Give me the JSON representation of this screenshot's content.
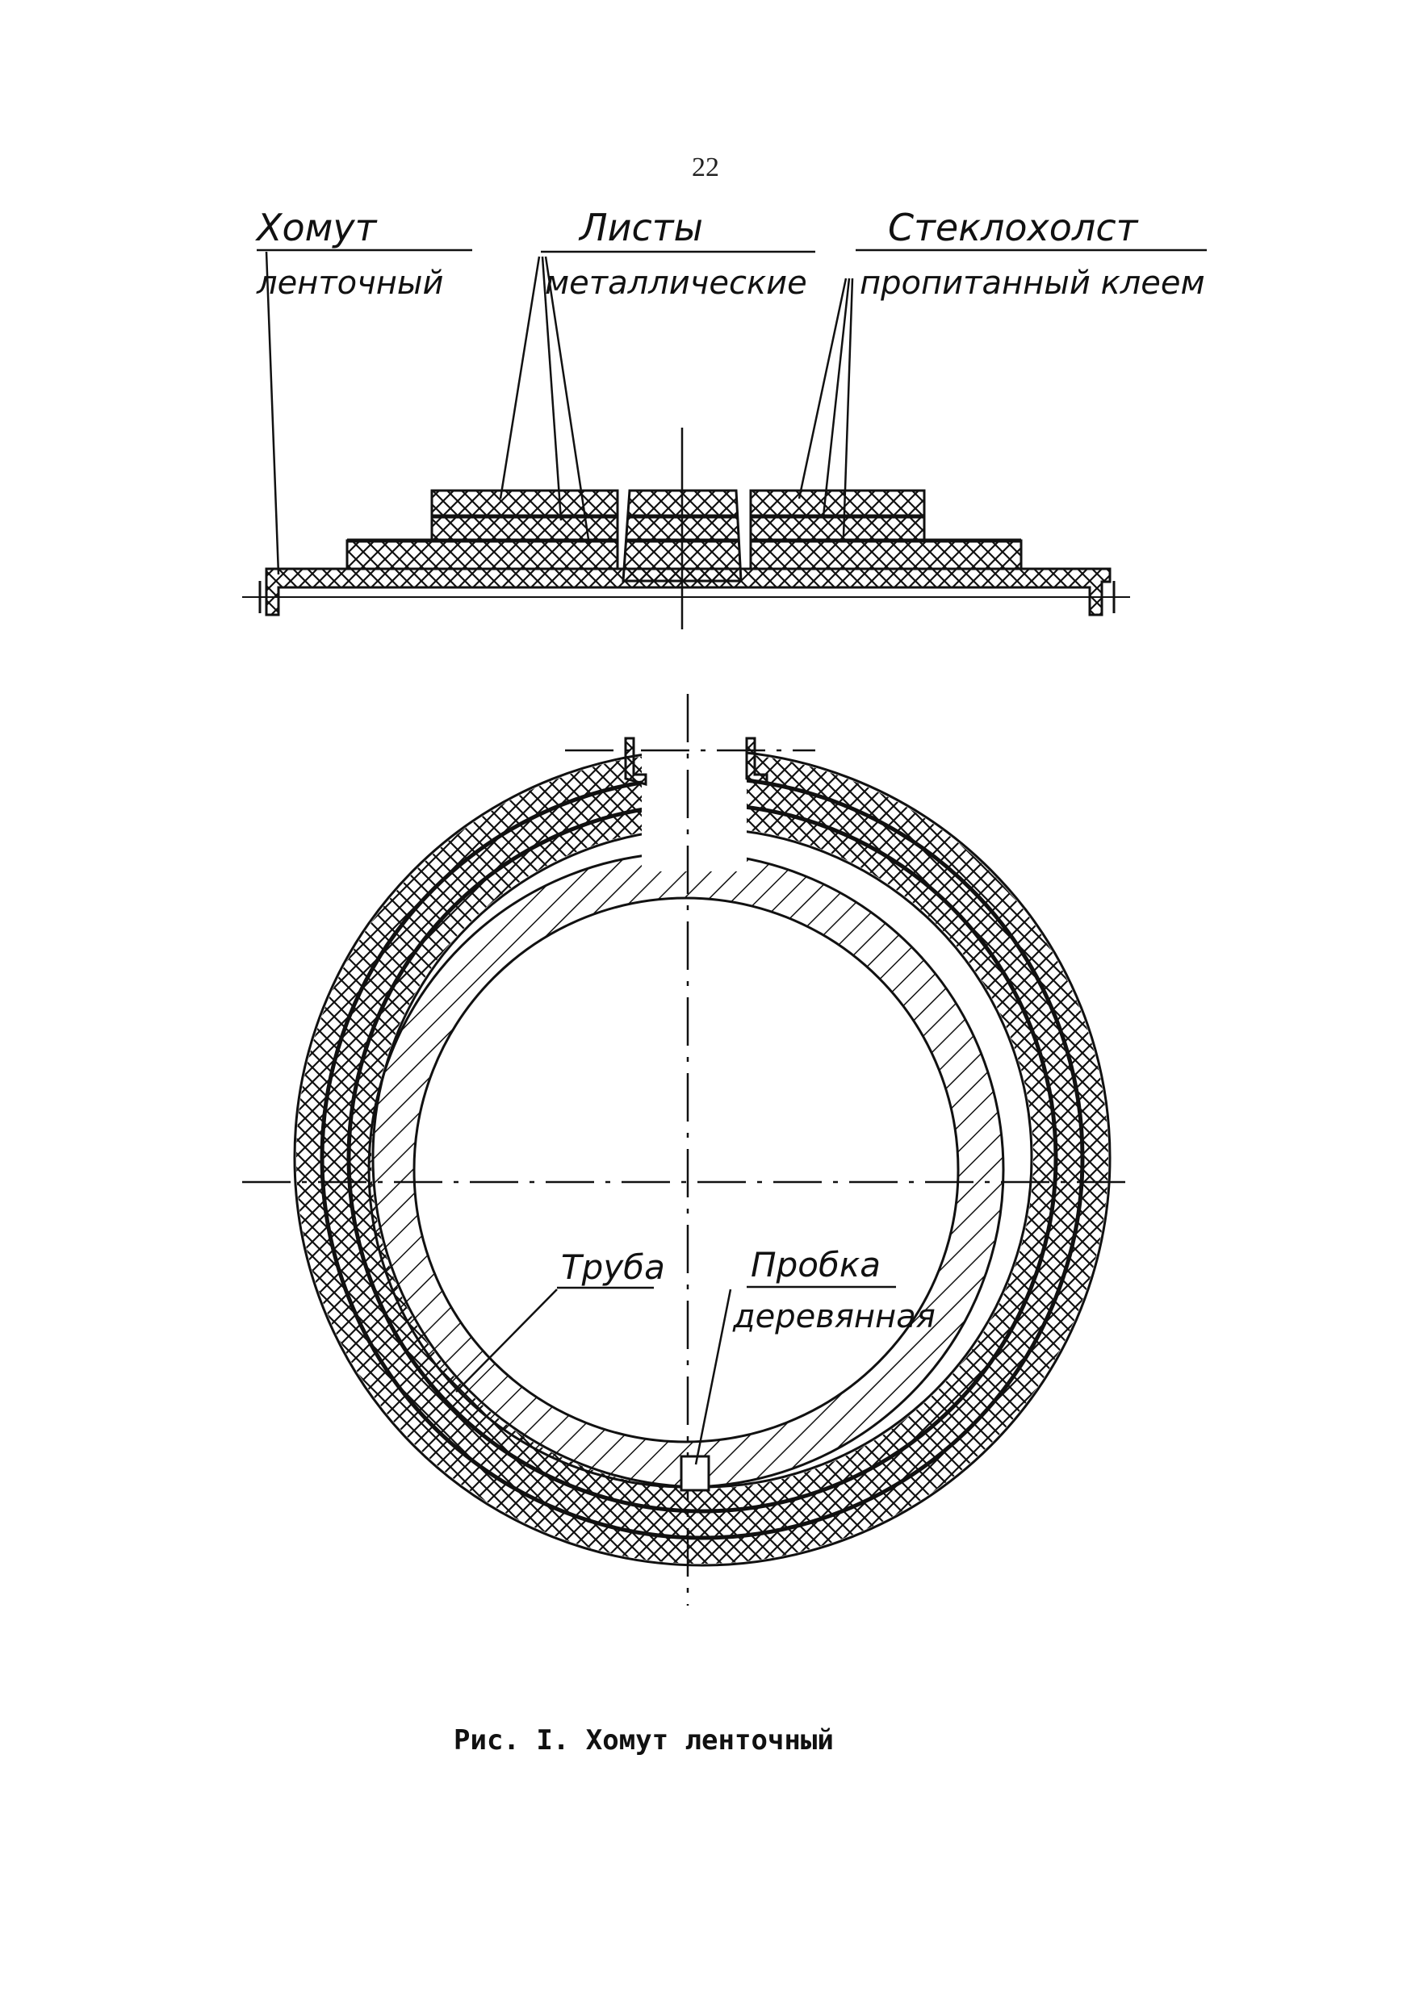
{
  "page_number": "22",
  "top_view": {
    "label_clamp_line1": "Хомут",
    "label_clamp_line2": "ленточный",
    "label_sheets_line1": "Листы",
    "label_sheets_line2": "металлические",
    "label_glass_line1": "Стеклохолст",
    "label_glass_line2": "пропитанный клеем"
  },
  "section_view": {
    "label_pipe": "Труба",
    "label_plug_line1": "Пробка",
    "label_plug_line2": "деревянная"
  },
  "caption": "Рис. I. Хомут ленточный",
  "colors": {
    "ink": "#111111",
    "paper": "#ffffff"
  }
}
